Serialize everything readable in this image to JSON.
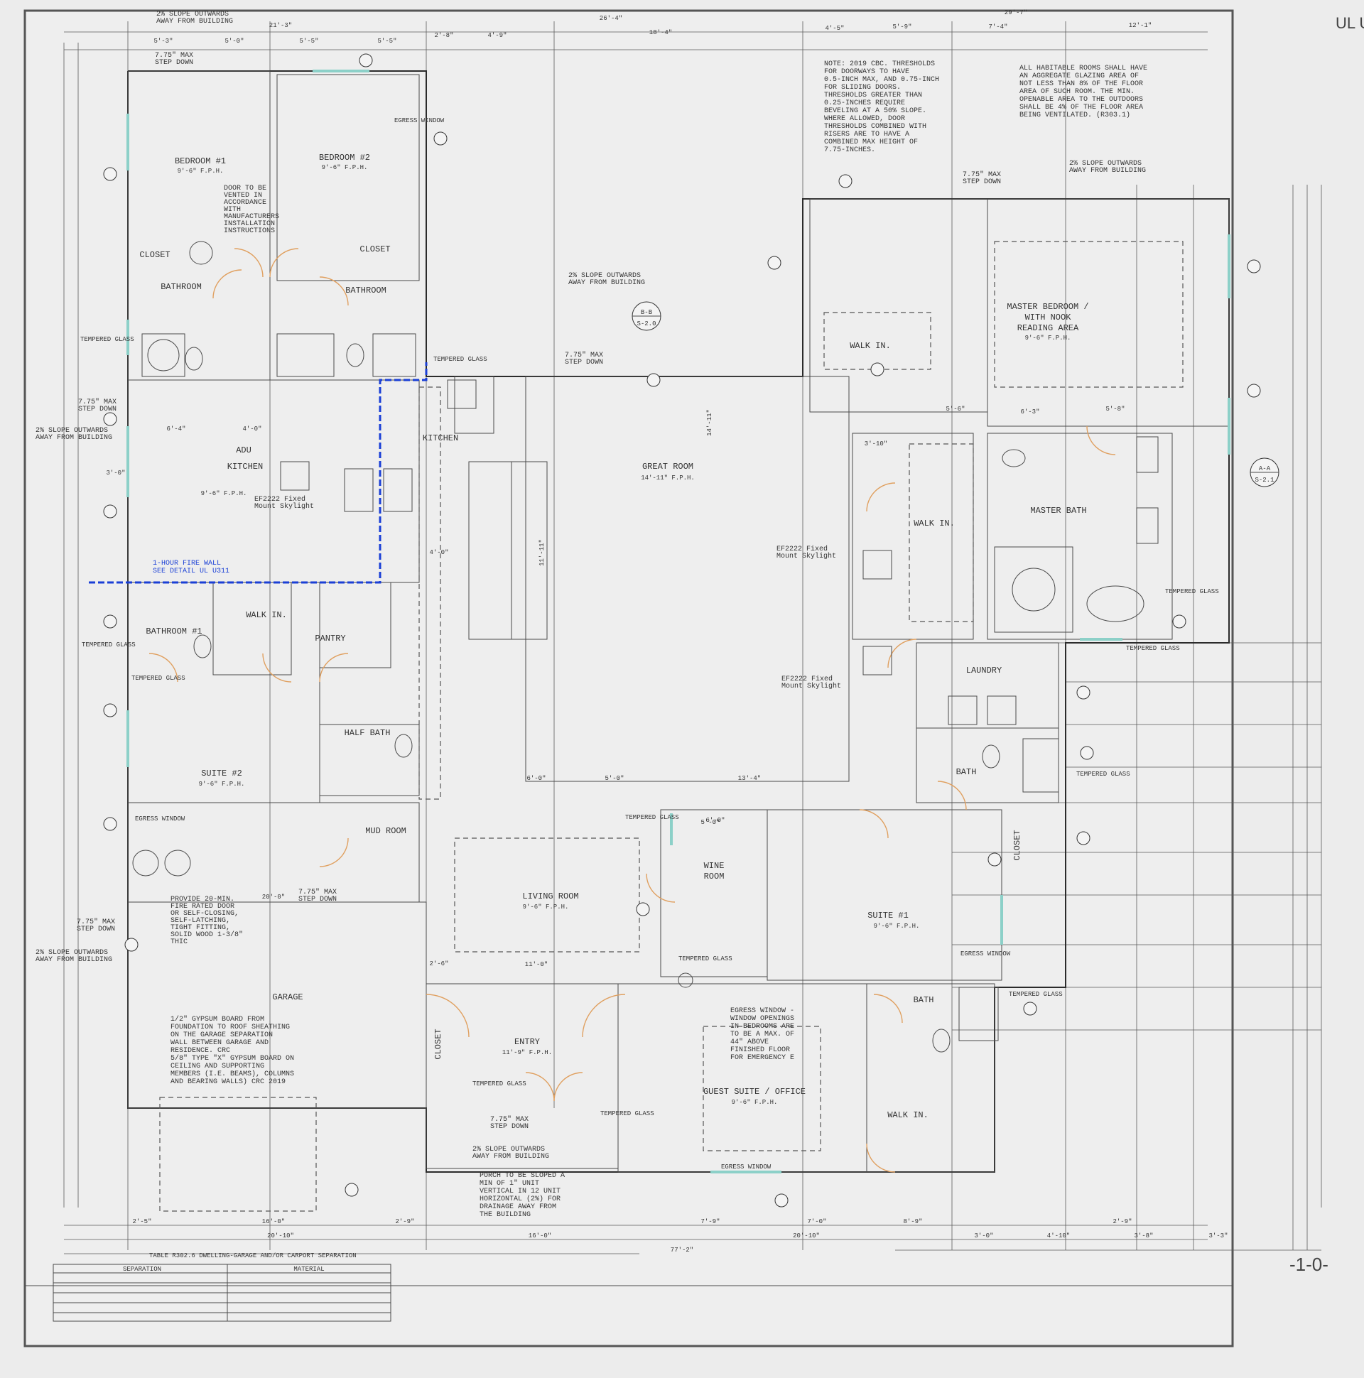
{
  "sheet": {
    "side_title": "UL U",
    "page_number": "-1-0-"
  },
  "rooms": {
    "bedroom1": {
      "name": "BEDROOM #1",
      "height": "9'-6\" F.P.H."
    },
    "bedroom2": {
      "name": "BEDROOM #2",
      "height": "9'-6\" F.P.H."
    },
    "closet1": "CLOSET",
    "closet2": "CLOSET",
    "bathroom_upper_left": "BATHROOM",
    "bathroom_upper_mid": "BATHROOM",
    "adu_kitchen": {
      "name": "ADU",
      "sub": "KITCHEN",
      "height": "9'-6\" F.P.H."
    },
    "kitchen": "KITCHEN",
    "great_room": {
      "name": "GREAT ROOM",
      "height": "14'-11\" F.P.H."
    },
    "walk_in_master": "WALK IN.",
    "master_bedroom": {
      "line1": "MASTER BEDROOM /",
      "line2": "WITH NOOK",
      "line3": "READING AREA",
      "height": "9'-6\" F.P.H."
    },
    "walk_in_mid": "WALK IN.",
    "master_bath": "MASTER BATH",
    "bathroom1": "BATHROOM #1",
    "walk_in_left": "WALK IN.",
    "pantry": "PANTRY",
    "laundry": "LAUNDRY",
    "half_bath": "HALF BATH",
    "suite2": {
      "name": "SUITE #2",
      "height": "9'-6\" F.P.H."
    },
    "mud_room": "MUD ROOM",
    "living_room": {
      "name": "LIVING ROOM",
      "height": "9'-6\" F.P.H."
    },
    "wine_room": {
      "line1": "WINE",
      "line2": "ROOM"
    },
    "suite1": {
      "name": "SUITE #1",
      "height": "9'-6\" F.P.H."
    },
    "closet3": "CLOSET",
    "bath_right": "BATH",
    "garage": "GARAGE",
    "entry": {
      "name": "ENTRY",
      "height": "11'-9\" F.P.H."
    },
    "closet4": "CLOSET",
    "guest_suite": {
      "name": "GUEST SUITE / OFFICE",
      "height": "9'-6\" F.P.H."
    },
    "bath_lower": "BATH",
    "walk_in_lower": "WALK IN."
  },
  "notes": {
    "cbc_note": [
      "NOTE: 2019 CBC. THRESHOLDS",
      "FOR DOORWAYS TO HAVE",
      "0.5-INCH MAX, AND 0.75-INCH",
      "FOR SLIDING DOORS.",
      "THRESHOLDS GREATER THAN",
      "0.25-INCHES REQUIRE",
      "BEVELING AT A 50% SLOPE.",
      "WHERE ALLOWED, DOOR",
      "THRESHOLDS COMBINED WITH",
      "RISERS ARE TO HAVE A",
      "COMBINED MAX HEIGHT OF",
      "7.75-INCHES."
    ],
    "glazing_note": [
      "ALL HABITABLE ROOMS SHALL HAVE",
      "AN AGGREGATE GLAZING AREA OF",
      "NOT LESS THAN 8% OF THE FLOOR",
      "AREA OF SUCH ROOM. THE MIN.",
      "OPENABLE AREA TO THE OUTDOORS",
      "SHALL BE 4% OF THE FLOOR AREA",
      "BEING VENTILATED. (R303.1)"
    ],
    "door_vent": [
      "DOOR TO BE",
      "VENTED IN",
      "ACCORDANCE",
      "WITH",
      "MANUFACTURERS",
      "INSTALLATION",
      "INSTRUCTIONS"
    ],
    "fire_wall": [
      "1-HOUR FIRE WALL",
      "SEE DETAIL UL U311"
    ],
    "fire_door": [
      "PROVIDE 20-MIN.",
      "FIRE RATED DOOR",
      "OR SELF-CLOSING,",
      "SELF-LATCHING,",
      "TIGHT FITTING,",
      "SOLID WOOD 1-3/8\"",
      "THIC"
    ],
    "garage_gypsum": [
      "1/2\" GYPSUM BOARD FROM",
      "FOUNDATION TO ROOF SHEATHING",
      "ON THE GARAGE SEPARATION",
      "WALL BETWEEN GARAGE AND",
      "RESIDENCE. CRC",
      "5/8\" TYPE \"X\" GYPSUM BOARD ON",
      "CEILING AND SUPPORTING",
      "MEMBERS (I.E. BEAMS), COLUMNS",
      "AND BEARING WALLS) CRC 2019"
    ],
    "egress_window": [
      "EGRESS WINDOW -",
      "WINDOW OPENINGS",
      "IN BEDROOMS ARE",
      "TO BE A MAX. OF",
      "44\" ABOVE",
      "FINISHED FLOOR",
      "FOR EMERGENCY E"
    ],
    "porch": [
      "PORCH TO BE SLOPED A",
      "MIN OF 1\" UNIT",
      "VERTICAL IN 12 UNIT",
      "HORIZONTAL (2%) FOR",
      "DRAINAGE AWAY FROM",
      "THE BUILDING"
    ],
    "slope_top": [
      "2% SLOPE OUTWARDS",
      "AWAY FROM BUILDING"
    ],
    "slope_mid": [
      "2% SLOPE OUTWARDS",
      "AWAY FROM BUILDING"
    ],
    "slope_right": [
      "2% SLOPE OUTWARDS",
      "AWAY FROM BUILDING"
    ],
    "slope_left": [
      "2% SLOPE OUTWARDS",
      "AWAY FROM BUILDING"
    ],
    "slope_garage": [
      "2% SLOPE OUTWARDS",
      "AWAY FROM BUILDING"
    ],
    "slope_porch": [
      "2% SLOPE OUTWARDS",
      "AWAY FROM BUILDING"
    ],
    "step_topleft": [
      "7.75\" MAX",
      "STEP DOWN"
    ],
    "step_great": [
      "7.75\" MAX",
      "STEP DOWN"
    ],
    "step_right": [
      "7.75\" MAX",
      "STEP DOWN"
    ],
    "step_left": [
      "7.75\" MAX",
      "STEP DOWN"
    ],
    "step_garage": [
      "7.75\" MAX",
      "STEP DOWN"
    ],
    "step_mud": [
      "7.75\" MAX",
      "STEP DOWN"
    ],
    "step_porch": [
      "7.75\" MAX",
      "STEP DOWN"
    ],
    "skylight_adu": [
      "EF2222 Fixed",
      "Mount Skylight"
    ],
    "skylight_great1": [
      "EF2222 Fixed",
      "Mount Skylight"
    ],
    "skylight_great2": [
      "EF2222 Fixed",
      "Mount Skylight"
    ],
    "tempered": "TEMPERED GLASS",
    "egress": "EGRESS WINDOW",
    "section_b": "B-B",
    "section_b_sheet": "S-2.0",
    "section_a": "A-A",
    "section_a_sheet": "S-2.1"
  },
  "dimensions": {
    "top": [
      "21'-3\"",
      "26'-4\"",
      "29'-7\"",
      "18'-4\"",
      "12'-1\"",
      "7'-4\"",
      "5'-9\"",
      "4'-5\"",
      "5'-3\"",
      "5'-0\"",
      "5'-5\"",
      "5'-5\"",
      "2'-8\"",
      "4'-9\""
    ],
    "bottom": [
      "2'-5\"",
      "16'-0\"",
      "2'-9\"",
      "20'-10\"",
      "16'-0\"",
      "7'-9\"",
      "7'-0\"",
      "20'-10\"",
      "8'-9\"",
      "3'-0\"",
      "4'-10\"",
      "2'-9\"",
      "3'-8\"",
      "3'-3\"",
      "77'-2\"",
      "11'-0\""
    ],
    "interior": [
      "14'-11\"",
      "11'-11\"",
      "6'-0\"",
      "5'-0\"",
      "13'-4\"",
      "5'-0\"",
      "4'-0\"",
      "6'-4\"",
      "4'-0\"",
      "3'-0\"",
      "3'-10\"",
      "5'-6\"",
      "6'-3\"",
      "5'-8\"",
      "20'-0\"",
      "6'-0\"",
      "2'-6\""
    ]
  },
  "table": {
    "title": "TABLE R302.6 DWELLING-GARAGE AND/OR CARPORT SEPARATION",
    "headers": [
      "SEPARATION",
      "MATERIAL"
    ]
  }
}
